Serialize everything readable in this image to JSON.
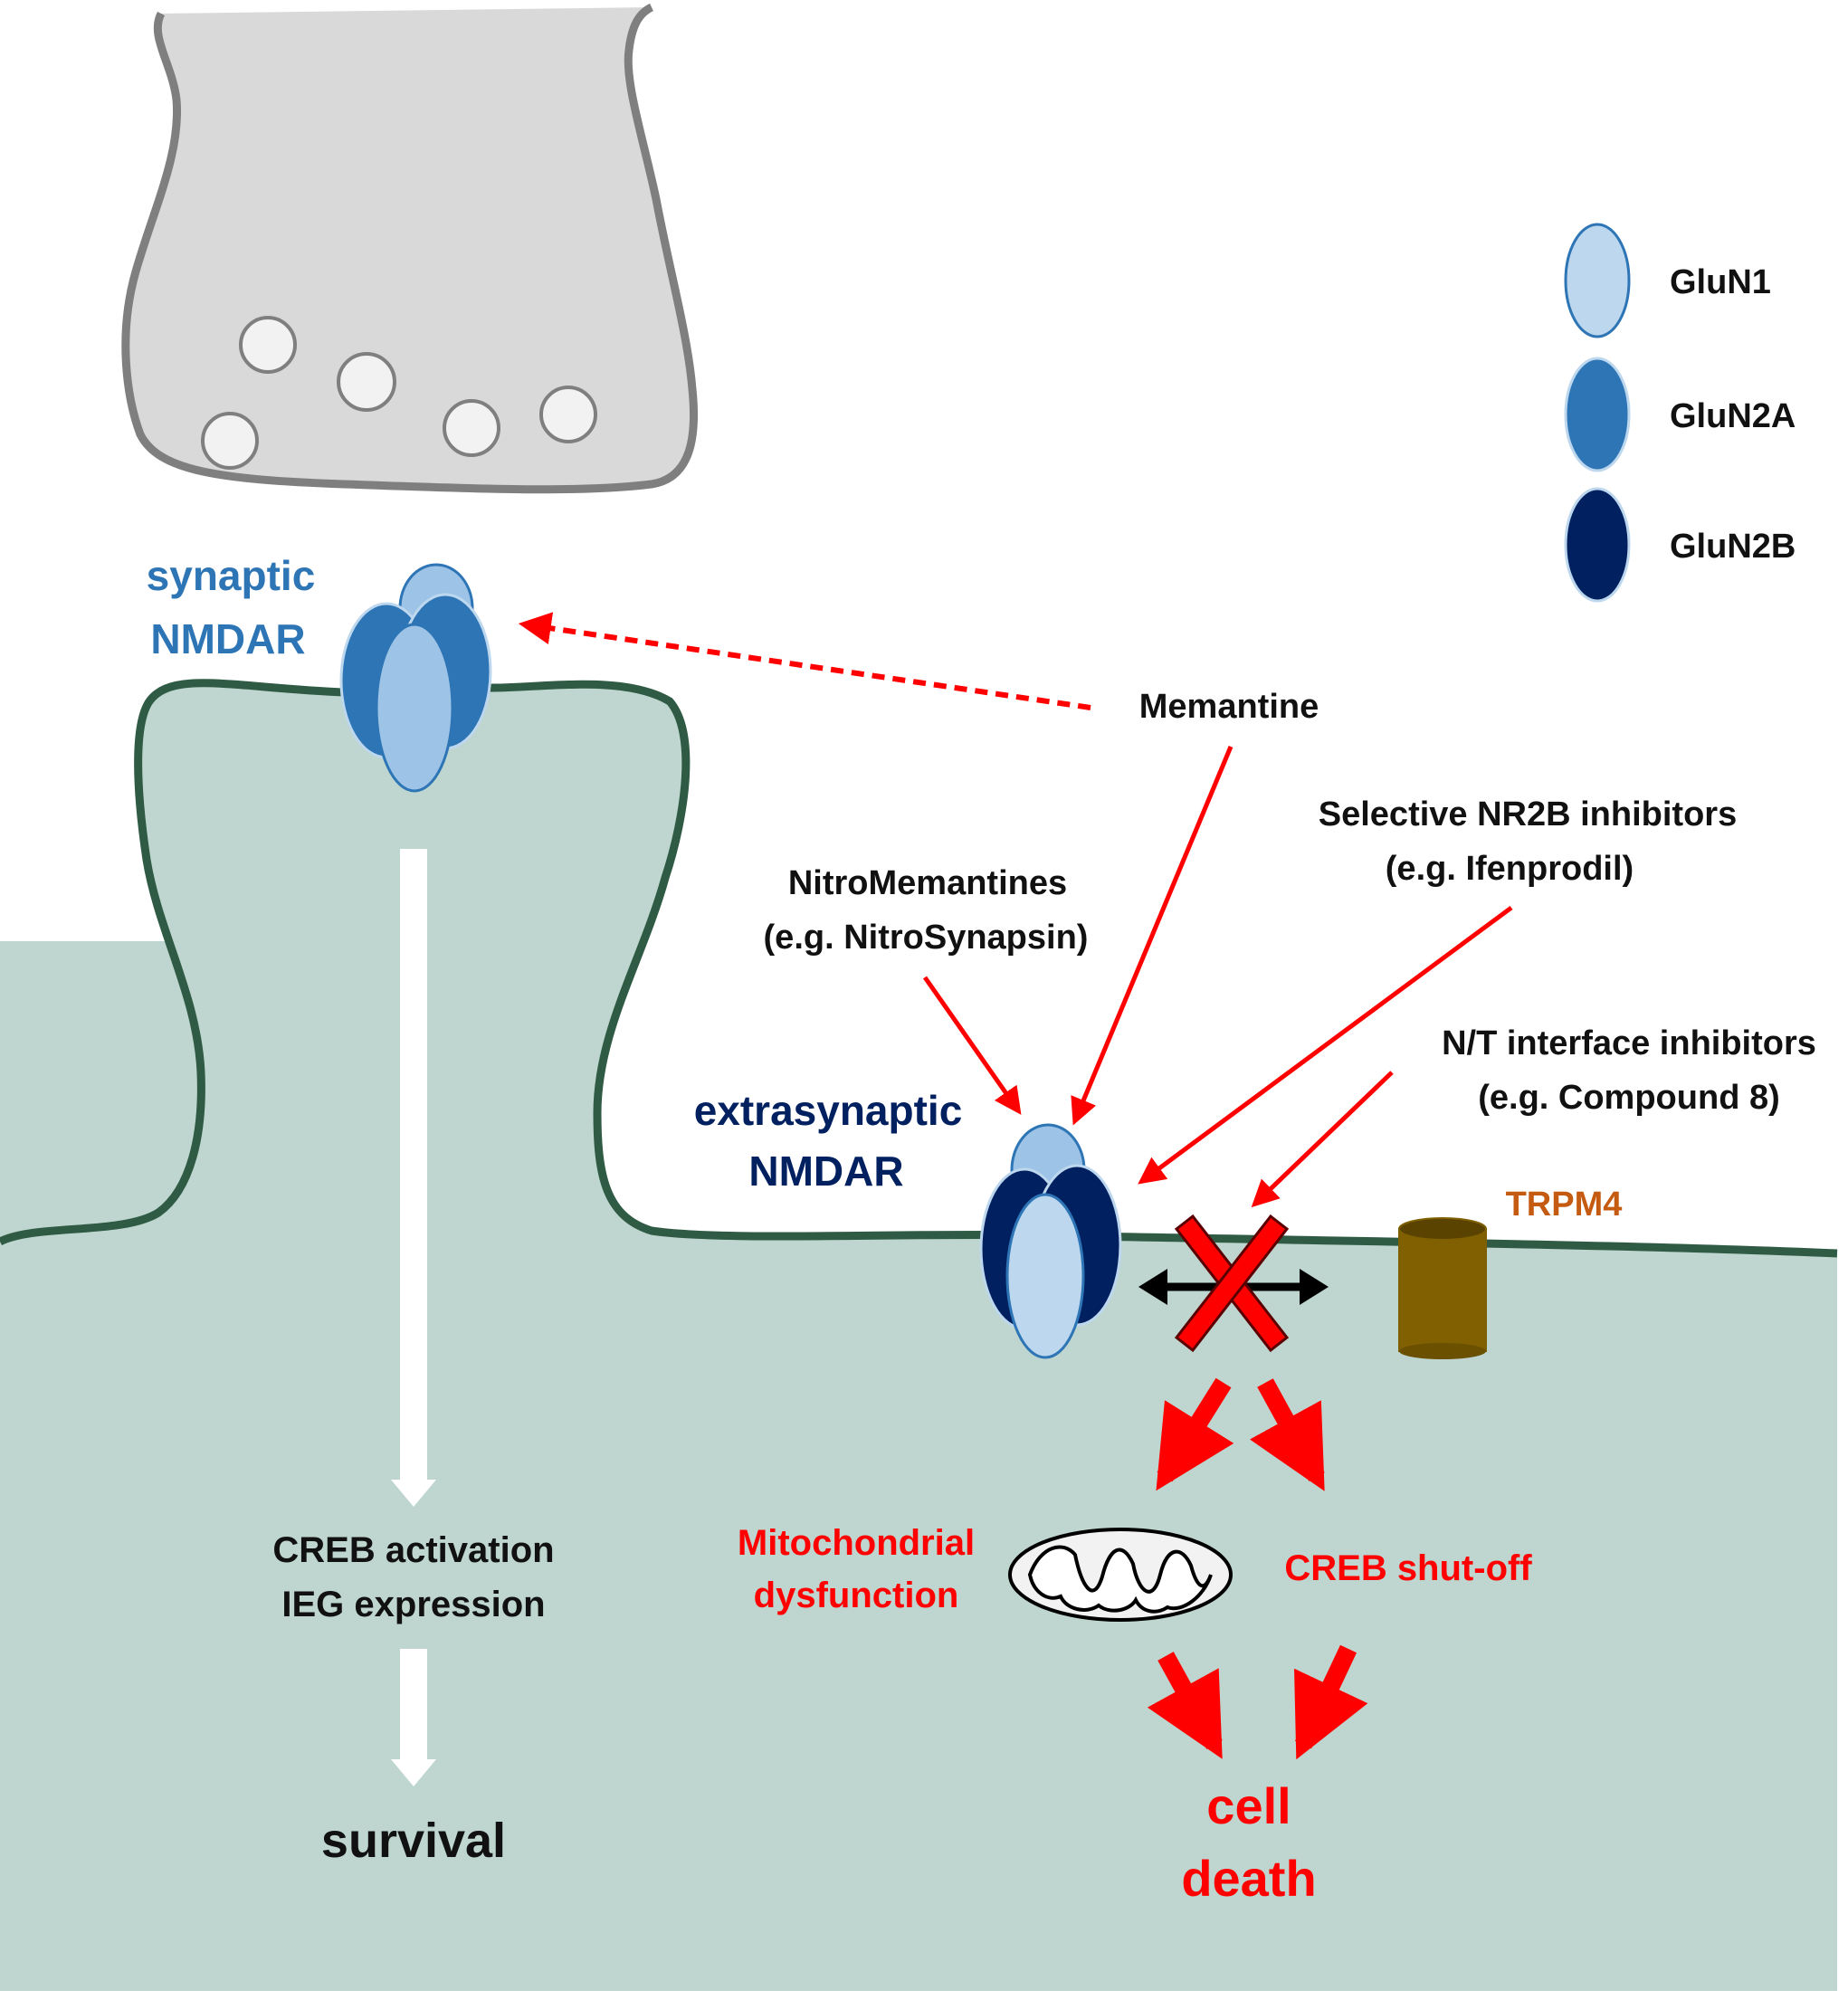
{
  "legend": {
    "items": [
      {
        "label": "GluN1",
        "color": "#bdd7ee"
      },
      {
        "label": "GluN2A",
        "color": "#2e75b6"
      },
      {
        "label": "GluN2B",
        "color": "#002060"
      }
    ]
  },
  "synaptic": {
    "line1": "synaptic",
    "line2": "NMDAR",
    "color": "#2e75b6"
  },
  "extrasynaptic": {
    "line1": "extrasynaptic",
    "line2": "NMDAR",
    "color": "#002060"
  },
  "drugs": {
    "memantine": "Memantine",
    "nitro_line1": "NitroMemantines",
    "nitro_line2": "(e.g. NitroSynapsin)",
    "nr2b_line1": "Selective NR2B inhibitors",
    "nr2b_line2": "(e.g. Ifenprodil)",
    "nt_line1": "N/T interface inhibitors",
    "nt_line2": "(e.g. Compound 8)"
  },
  "trpm4": {
    "label": "TRPM4",
    "color": "#c55a11"
  },
  "survival_path": {
    "line1": "CREB activation",
    "line2": "IEG expression",
    "outcome": "survival"
  },
  "death_path": {
    "mito_line1": "Mitochondrial",
    "mito_line2": "dysfunction",
    "creb_shutoff": "CREB shut-off",
    "outcome_line1": "cell",
    "outcome_line2": "death",
    "color": "#ff0000"
  },
  "colors": {
    "cell_fill": "#bed6cf",
    "membrane": "#2f5a44",
    "presynaptic_fill": "#d9d9d9",
    "presynaptic_stroke": "#7f7f7f",
    "arrow_red": "#ff0000"
  }
}
